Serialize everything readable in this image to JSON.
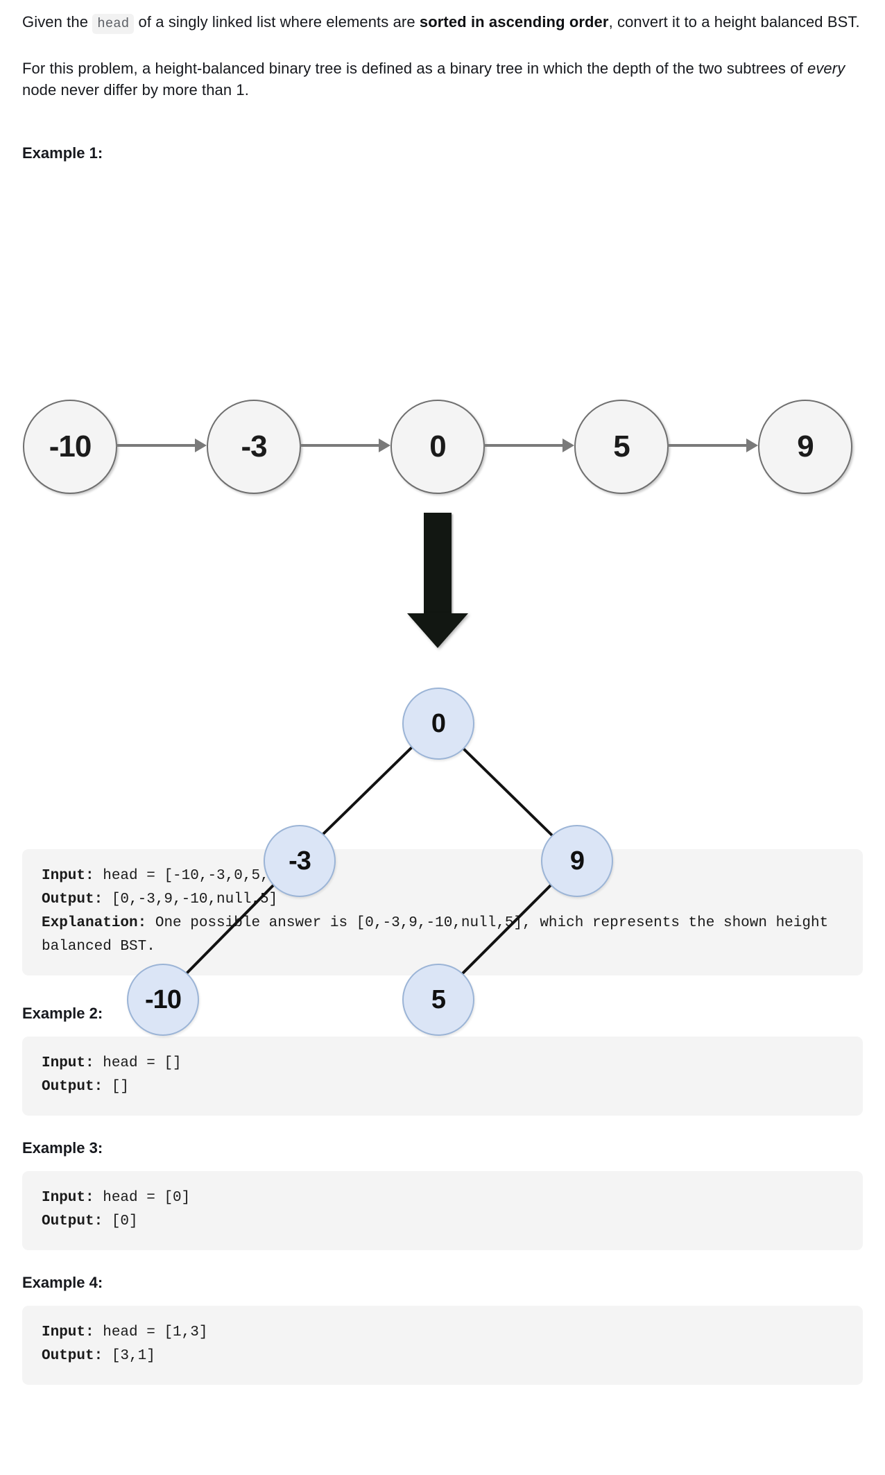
{
  "problem": {
    "paragraph_1": {
      "before_code": "Given the ",
      "code": "head",
      "mid_1": " of a singly linked list where elements are ",
      "bold": "sorted in ascending order",
      "mid_2": ", convert it to a height balanced BST."
    },
    "paragraph_2": {
      "before_italic": "For this problem, a height-balanced binary tree is defined as a binary tree in which the depth of the two subtrees of ",
      "italic": "every",
      "after_italic": " node never differ by more than 1."
    }
  },
  "examples": [
    {
      "heading": "Example 1:",
      "input_label": "Input:",
      "input_value": " head = [-10,-3,0,5,9]",
      "output_label": "Output:",
      "output_value": " [0,-3,9,-10,null,5]",
      "explanation_label": "Explanation:",
      "explanation_value": " One possible answer is [0,-3,9,-10,null,5], which represents the shown height balanced BST."
    },
    {
      "heading": "Example 2:",
      "input_label": "Input:",
      "input_value": " head = []",
      "output_label": "Output:",
      "output_value": " []"
    },
    {
      "heading": "Example 3:",
      "input_label": "Input:",
      "input_value": " head = [0]",
      "output_label": "Output:",
      "output_value": " [0]"
    },
    {
      "heading": "Example 4:",
      "input_label": "Input:",
      "input_value": " head = [1,3]",
      "output_label": "Output:",
      "output_value": " [3,1]"
    }
  ],
  "figure": {
    "linked_list": {
      "nodes": [
        "-10",
        "-3",
        "0",
        "5",
        "9"
      ],
      "node_fill": "#f4f4f4",
      "node_stroke": "#6f6f6f",
      "arrow_color": "#7a7a7a"
    },
    "transform_arrow": {
      "direction": "down",
      "color": "#121712"
    },
    "bst": {
      "node_fill": "#dbe5f6",
      "node_stroke": "#9bb4d6",
      "edge_color": "#121212",
      "nodes": [
        {
          "label": "0",
          "level": 0
        },
        {
          "label": "-3",
          "level": 1
        },
        {
          "label": "9",
          "level": 1
        },
        {
          "label": "-10",
          "level": 2
        },
        {
          "label": "5",
          "level": 2
        }
      ],
      "edges": [
        [
          "0",
          "-3"
        ],
        [
          "0",
          "9"
        ],
        [
          "-3",
          "-10"
        ],
        [
          "9",
          "5"
        ]
      ]
    }
  }
}
